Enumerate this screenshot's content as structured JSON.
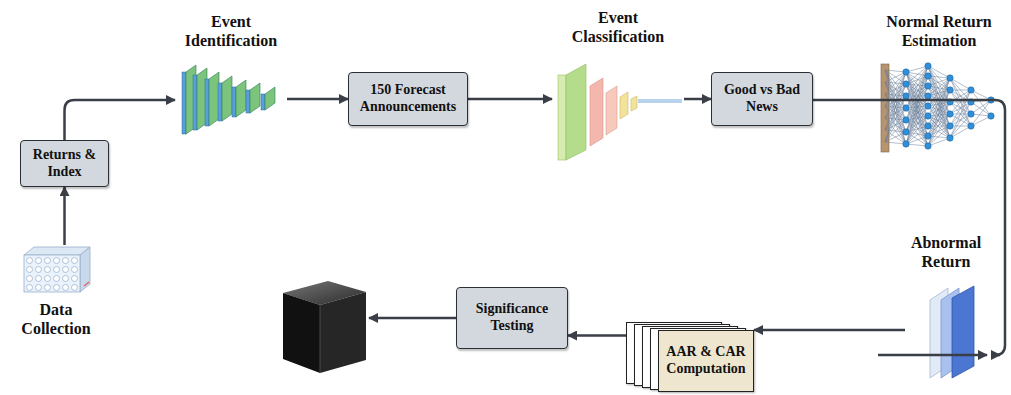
{
  "diagram": {
    "nodes": [
      {
        "text": [
          "Data Collection"
        ]
      },
      {
        "text": [
          "Returns & Index"
        ]
      },
      {
        "text": [
          "Event Identification"
        ]
      },
      {
        "text": [
          "150 Forecast Announcements"
        ]
      },
      {
        "text": [
          "Event Classification"
        ]
      },
      {
        "text": [
          "Good vs Bad News"
        ]
      },
      {
        "text": [
          "Normal Return Estimation"
        ]
      },
      {
        "text": [
          "Abnormal Return"
        ]
      },
      {
        "text": [
          "AAR & CAR Computation"
        ]
      },
      {
        "text": [
          "Significance Testing"
        ]
      }
    ],
    "edges": [
      {
        "from": 0,
        "to": 1,
        "arrow": "to"
      },
      {
        "from": 1,
        "to": 2,
        "arrow": "to"
      },
      {
        "from": 2,
        "to": 3,
        "arrow": "to"
      },
      {
        "from": 3,
        "to": 4,
        "arrow": "to"
      },
      {
        "from": 4,
        "to": 5,
        "arrow": "to"
      },
      {
        "from": 5,
        "to": 6,
        "arrow": "to"
      },
      {
        "from": 6,
        "to": 7,
        "arrow": "to"
      },
      {
        "from": 7,
        "to": 8,
        "arrow": "to"
      },
      {
        "from": 8,
        "to": 9,
        "arrow": "to"
      }
    ]
  }
}
